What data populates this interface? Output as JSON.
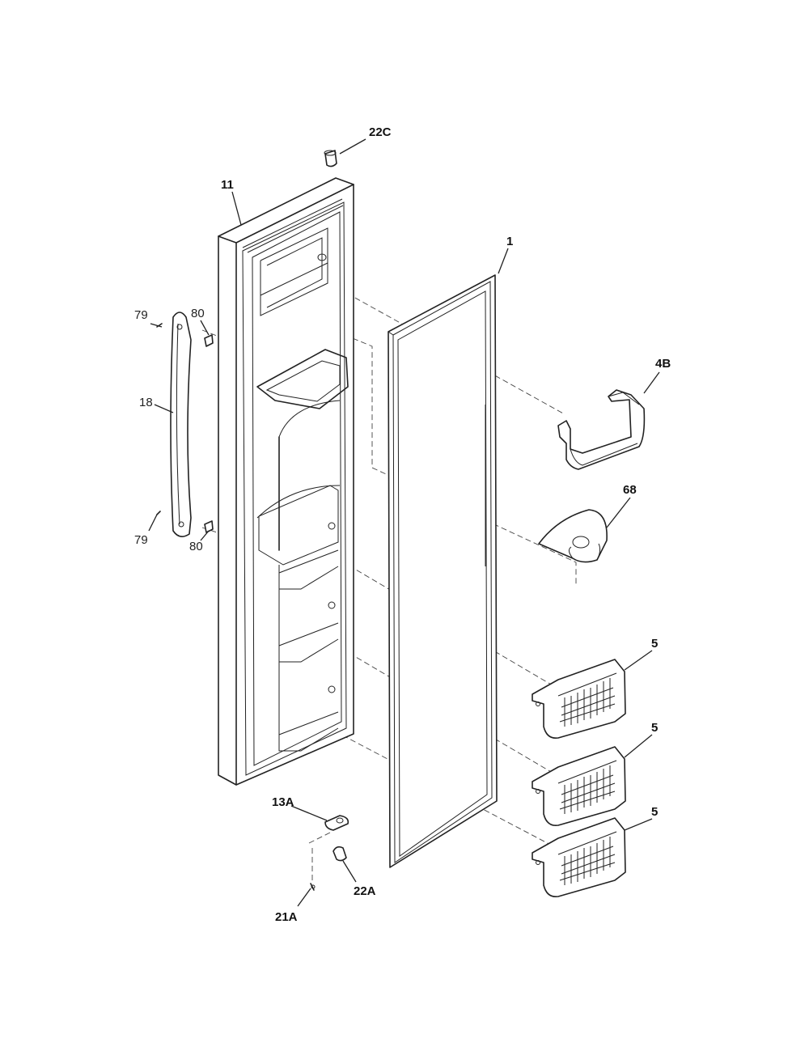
{
  "labels": {
    "p22c": "22C",
    "p11": "11",
    "p1": "1",
    "p79_top": "79",
    "p80_top": "80",
    "p18": "18",
    "p4b": "4B",
    "p68": "68",
    "p79_bottom": "79",
    "p80_bottom": "80",
    "p5_a": "5",
    "p5_b": "5",
    "p5_c": "5",
    "p13a": "13A",
    "p22a": "22A",
    "p21a": "21A"
  }
}
